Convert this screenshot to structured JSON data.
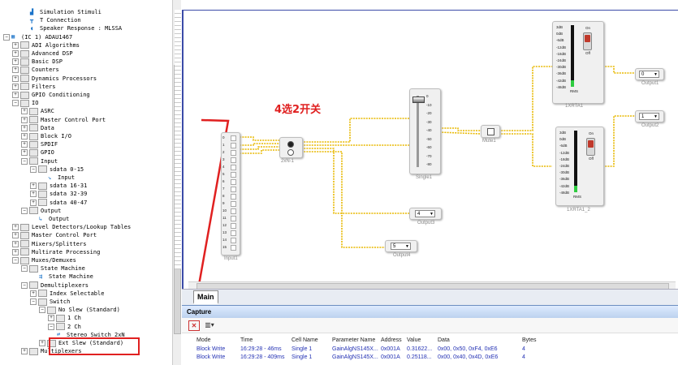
{
  "tree": {
    "items": [
      {
        "label": "Simulation Stimuli",
        "icon": "chart-icon",
        "indent": 3,
        "expander": ""
      },
      {
        "label": "T Connection",
        "icon": "t-connection-icon",
        "indent": 3,
        "expander": ""
      },
      {
        "label": "Speaker Response : MLSSA",
        "icon": "speaker-icon",
        "indent": 3,
        "expander": ""
      },
      {
        "label": "(IC 1) ADAU1467",
        "icon": "chip-icon",
        "indent": 0,
        "expander": "-"
      },
      {
        "label": "ADI Algorithms",
        "icon": "folder-icon",
        "indent": 1,
        "expander": "+"
      },
      {
        "label": "Advanced DSP",
        "icon": "folder-icon",
        "indent": 1,
        "expander": "+"
      },
      {
        "label": "Basic DSP",
        "icon": "folder-icon",
        "indent": 1,
        "expander": "+"
      },
      {
        "label": "Counters",
        "icon": "folder-icon",
        "indent": 1,
        "expander": "+"
      },
      {
        "label": "Dynamics Processors",
        "icon": "folder-icon",
        "indent": 1,
        "expander": "+"
      },
      {
        "label": "Filters",
        "icon": "folder-icon",
        "indent": 1,
        "expander": "+"
      },
      {
        "label": "GPIO Conditioning",
        "icon": "folder-icon",
        "indent": 1,
        "expander": "+"
      },
      {
        "label": "IO",
        "icon": "folder-icon",
        "indent": 1,
        "expander": "-"
      },
      {
        "label": "ASRC",
        "icon": "folder-icon",
        "indent": 2,
        "expander": "+"
      },
      {
        "label": "Master Control Port",
        "icon": "folder-icon",
        "indent": 2,
        "expander": "+"
      },
      {
        "label": "Data",
        "icon": "folder-icon",
        "indent": 2,
        "expander": "+"
      },
      {
        "label": "Block I/O",
        "icon": "folder-icon",
        "indent": 2,
        "expander": "+"
      },
      {
        "label": "SPDIF",
        "icon": "folder-icon",
        "indent": 2,
        "expander": "+"
      },
      {
        "label": "GPIO",
        "icon": "folder-icon",
        "indent": 2,
        "expander": "+"
      },
      {
        "label": "Input",
        "icon": "folder-icon",
        "indent": 2,
        "expander": "-"
      },
      {
        "label": "sdata 0-15",
        "icon": "folder-icon",
        "indent": 3,
        "expander": "-"
      },
      {
        "label": "Input",
        "icon": "input-block-icon",
        "indent": 5,
        "expander": ""
      },
      {
        "label": "sdata 16-31",
        "icon": "folder-icon",
        "indent": 3,
        "expander": "+"
      },
      {
        "label": "sdata 32-39",
        "icon": "folder-icon",
        "indent": 3,
        "expander": "+"
      },
      {
        "label": "sdata 40-47",
        "icon": "folder-icon",
        "indent": 3,
        "expander": "+"
      },
      {
        "label": "Output",
        "icon": "folder-icon",
        "indent": 2,
        "expander": "-"
      },
      {
        "label": "Output",
        "icon": "output-block-icon",
        "indent": 4,
        "expander": ""
      },
      {
        "label": "Level Detectors/Lookup Tables",
        "icon": "folder-icon",
        "indent": 1,
        "expander": "+"
      },
      {
        "label": "Master Control Port",
        "icon": "folder-icon",
        "indent": 1,
        "expander": "+"
      },
      {
        "label": "Mixers/Splitters",
        "icon": "folder-icon",
        "indent": 1,
        "expander": "+"
      },
      {
        "label": "Multirate Processing",
        "icon": "folder-icon",
        "indent": 1,
        "expander": "+"
      },
      {
        "label": "Muxes/Demuxes",
        "icon": "folder-icon",
        "indent": 1,
        "expander": "-"
      },
      {
        "label": "State Machine",
        "icon": "folder-icon",
        "indent": 2,
        "expander": "-"
      },
      {
        "label": "State Machine",
        "icon": "state-machine-icon",
        "indent": 4,
        "expander": ""
      },
      {
        "label": "Demultiplexers",
        "icon": "folder-icon",
        "indent": 2,
        "expander": "-"
      },
      {
        "label": "Index Selectable",
        "icon": "folder-icon",
        "indent": 3,
        "expander": "+"
      },
      {
        "label": "Switch",
        "icon": "folder-icon",
        "indent": 3,
        "expander": "-"
      },
      {
        "label": "No Slew (Standard)",
        "icon": "folder-icon",
        "indent": 4,
        "expander": "-"
      },
      {
        "label": "1 Ch",
        "icon": "folder-icon",
        "indent": 5,
        "expander": "+"
      },
      {
        "label": "2 Ch",
        "icon": "folder-icon",
        "indent": 5,
        "expander": "-"
      },
      {
        "label": "Stereo Switch 2xN",
        "icon": "switch-block-icon",
        "indent": 6,
        "expander": ""
      },
      {
        "label": "Ext Slew (Standard)",
        "icon": "folder-icon",
        "indent": 4,
        "expander": "+"
      },
      {
        "label": "Multiplexers",
        "icon": "folder-icon",
        "indent": 2,
        "expander": "+"
      }
    ]
  },
  "annotation": {
    "text": "4选2开关",
    "color": "#e02020"
  },
  "canvas": {
    "input_block": {
      "label": "Input1",
      "channels": [
        "0",
        "1",
        "2",
        "3",
        "4",
        "5",
        "6",
        "7",
        "8",
        "9",
        "10",
        "11",
        "12",
        "13",
        "14",
        "15"
      ]
    },
    "switch_block": {
      "label": "2xN-1"
    },
    "single_block": {
      "label": "Single1",
      "scale": [
        "0",
        "-10",
        "-20",
        "-30",
        "-40",
        "-50",
        "-60",
        "-70",
        "-80"
      ]
    },
    "mute_block": {
      "label": "Mute1"
    },
    "meter_top": {
      "label": "1XRTA1",
      "scale": [
        "3dB",
        "0dB",
        "-6dB",
        "-12dB",
        "-18dB",
        "-24dB",
        "-30dB",
        "-36dB",
        "-42dB",
        "-48dB"
      ],
      "on": "On",
      "off": "Off",
      "rms": "RMS"
    },
    "meter_bottom": {
      "label": "1XRTA1_2",
      "scale": [
        "3dB",
        "0dB",
        "-6dB",
        "-12dB",
        "-18dB",
        "-24dB",
        "-30dB",
        "-36dB",
        "-42dB",
        "-48dB"
      ],
      "on": "On",
      "off": "Off",
      "rms": "RMS"
    },
    "outputs": [
      {
        "label": "Output1",
        "value": "0"
      },
      {
        "label": "Output2",
        "value": "1"
      },
      {
        "label": "Output3",
        "value": "4"
      },
      {
        "label": "Output4",
        "value": "5"
      }
    ]
  },
  "tabs": {
    "main": "Main"
  },
  "capture": {
    "title": "Capture",
    "columns": [
      "Mode",
      "Time",
      "Cell Name",
      "Parameter Name",
      "Address",
      "Value",
      "Data",
      "Bytes"
    ],
    "rows": [
      [
        "Block Write",
        "16:29:28 - 46ms",
        "Single 1",
        "GainAlgNS145X...",
        "0x001A",
        "0.31622...",
        "0x00, 0x50, 0xF4, 0xE6",
        "4"
      ],
      [
        "Block Write",
        "16:29:28 - 409ms",
        "Single 1",
        "GainAlgNS145X...",
        "0x001A",
        "0.25118...",
        "0x00, 0x40, 0x4D, 0xE6",
        "4"
      ]
    ]
  },
  "colors": {
    "wire": "#e8b800",
    "highlight": "#e02020",
    "canvas_border": "#3b4ba8",
    "link_text": "#2432b4"
  }
}
